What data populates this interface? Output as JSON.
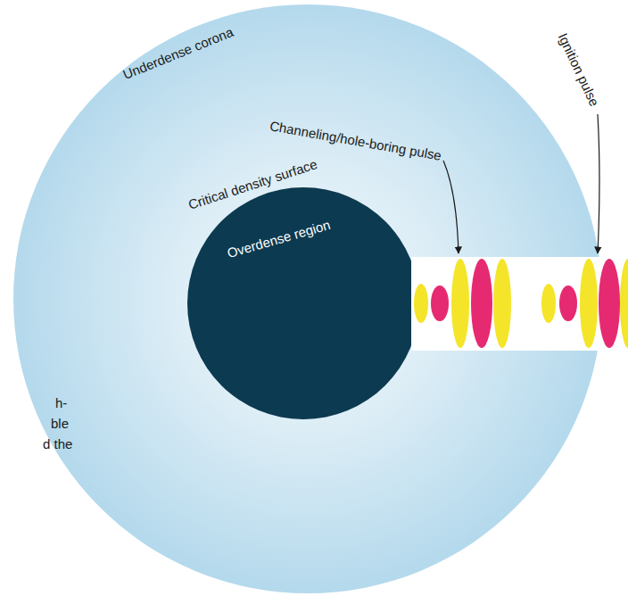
{
  "diagram": {
    "nodes": [
      {
        "text": [
          "Underdense corona"
        ]
      },
      {
        "text": [
          "Critical density surface",
          "Overdense region"
        ],
        "in": 0
      }
    ],
    "labels": [
      "Channeling/hole-boring pulse",
      "Ignition pulse",
      "h-",
      "ble",
      "d the"
    ]
  }
}
